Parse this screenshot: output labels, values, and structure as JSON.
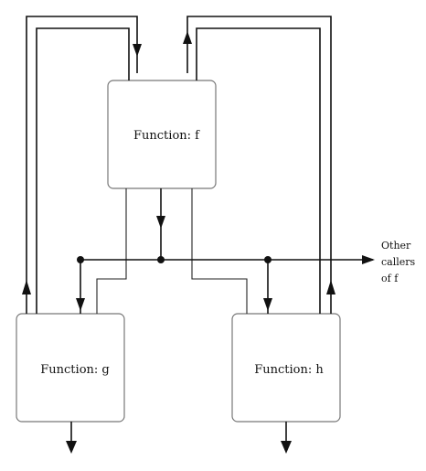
{
  "diagram": {
    "boxes": {
      "f": {
        "label": "Function: f"
      },
      "g": {
        "label": "Function: g"
      },
      "h": {
        "label": "Function: h"
      }
    },
    "side_note": {
      "line1": "Other",
      "line2": "callers",
      "line3": "of f"
    },
    "colors": {
      "line": "#111111",
      "box_border": "#777777",
      "background": "#ffffff"
    }
  }
}
